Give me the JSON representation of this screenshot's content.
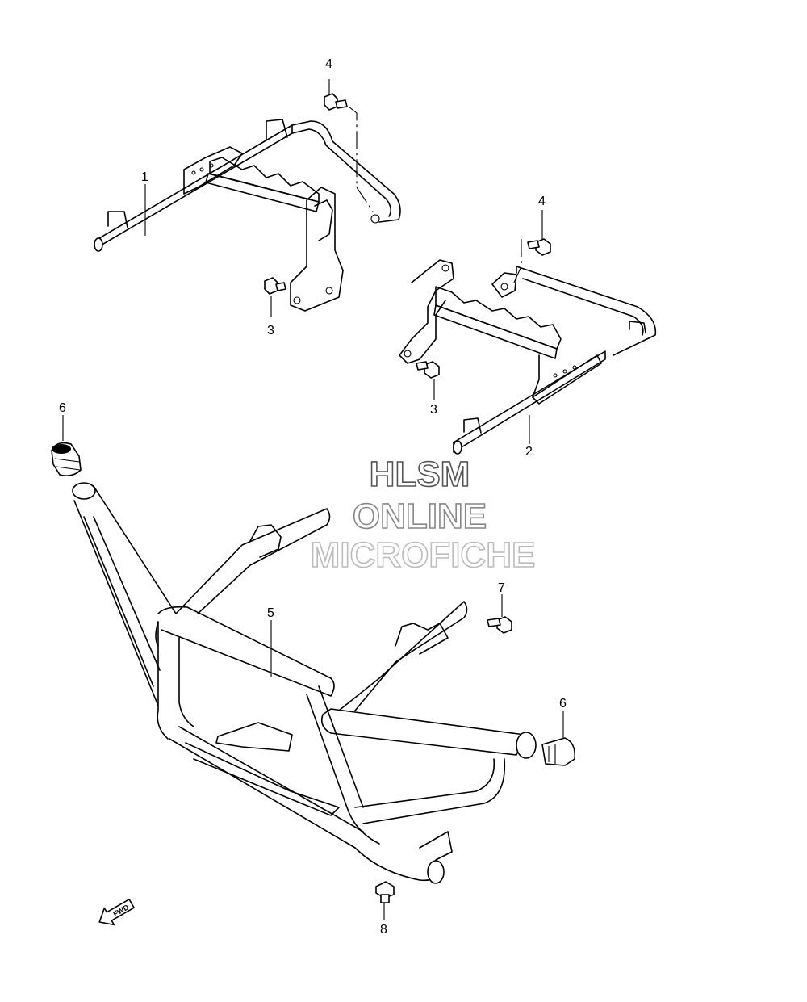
{
  "diagram": {
    "callouts": [
      "1",
      "2",
      "3",
      "3",
      "4",
      "4",
      "5",
      "6",
      "6",
      "7",
      "8"
    ],
    "watermark": {
      "line1": "HLSM",
      "line2": "ONLINE",
      "line3": "MICROFICHE",
      "colors": [
        "#555555",
        "#888888",
        "#bbbbbb"
      ]
    },
    "fwd_label": "FWD"
  }
}
